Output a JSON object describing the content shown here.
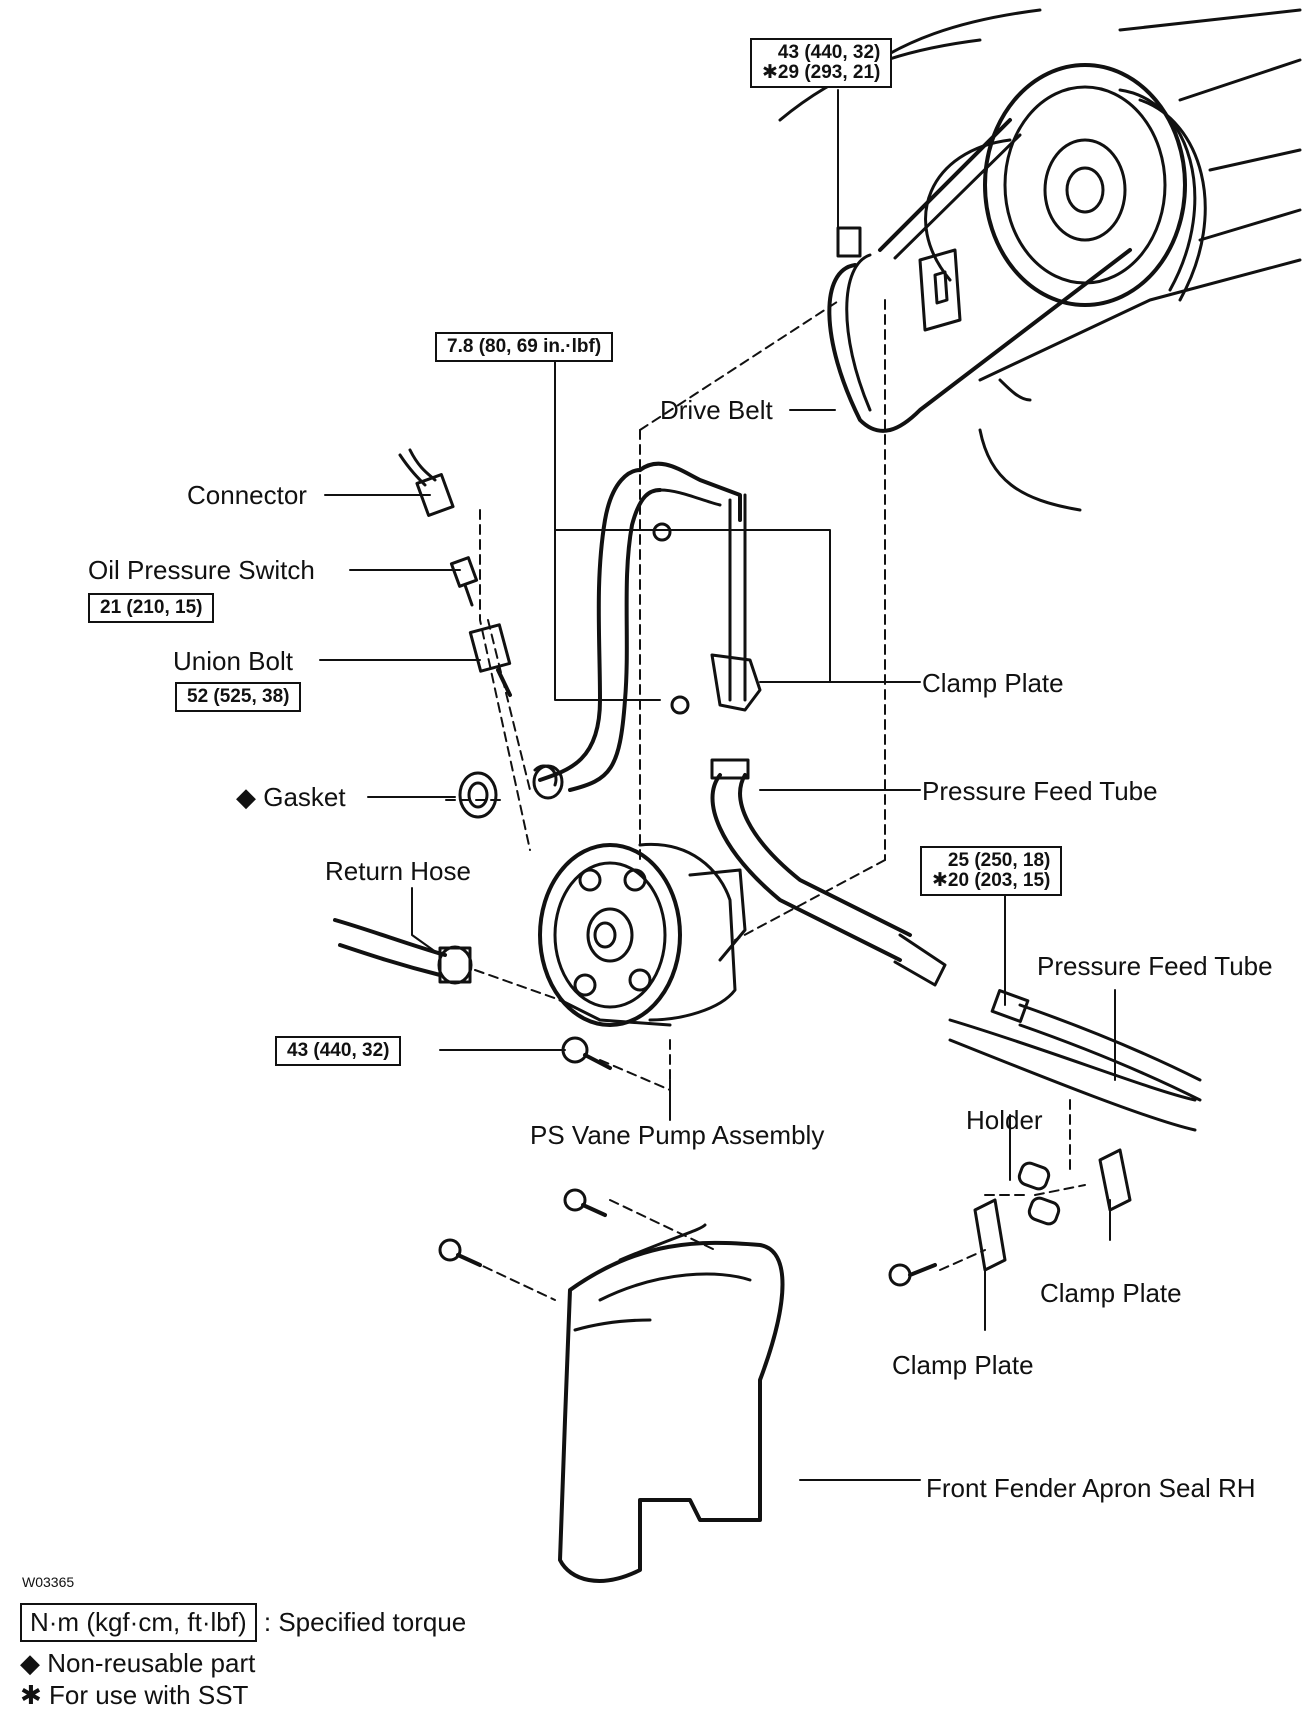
{
  "diagram_code": "W03365",
  "labels": {
    "drive_belt": "Drive Belt",
    "connector": "Connector",
    "oil_pressure_switch": "Oil Pressure Switch",
    "union_bolt": "Union Bolt",
    "gasket": "Gasket",
    "return_hose": "Return Hose",
    "ps_vane_pump": "PS Vane Pump Assembly",
    "clamp_plate_top": "Clamp Plate",
    "pressure_feed_tube_1": "Pressure Feed Tube",
    "pressure_feed_tube_2": "Pressure Feed Tube",
    "holder": "Holder",
    "clamp_plate_right": "Clamp Plate",
    "clamp_plate_bottom": "Clamp Plate",
    "fender_apron_seal": "Front Fender Apron Seal RH"
  },
  "torques": {
    "pulley_bracket": [
      "43 (440, 32)",
      "✱29 (293, 21)"
    ],
    "hose_clamp": "7.8 (80, 69 in.·lbf)",
    "oil_pressure_switch": "21 (210, 15)",
    "union_bolt": "52 (525, 38)",
    "pump_bolt": "43 (440, 32)",
    "feed_tube_nut": [
      "25 (250, 18)",
      "✱20 (203, 15)"
    ]
  },
  "legend": {
    "torque_unit": "N·m (kgf·cm, ft·lbf)",
    "torque_desc": ": Specified torque",
    "non_reusable": "Non-reusable part",
    "sst": "For use with SST"
  },
  "symbols": {
    "diamond": "◆",
    "asterisk": "✱"
  }
}
